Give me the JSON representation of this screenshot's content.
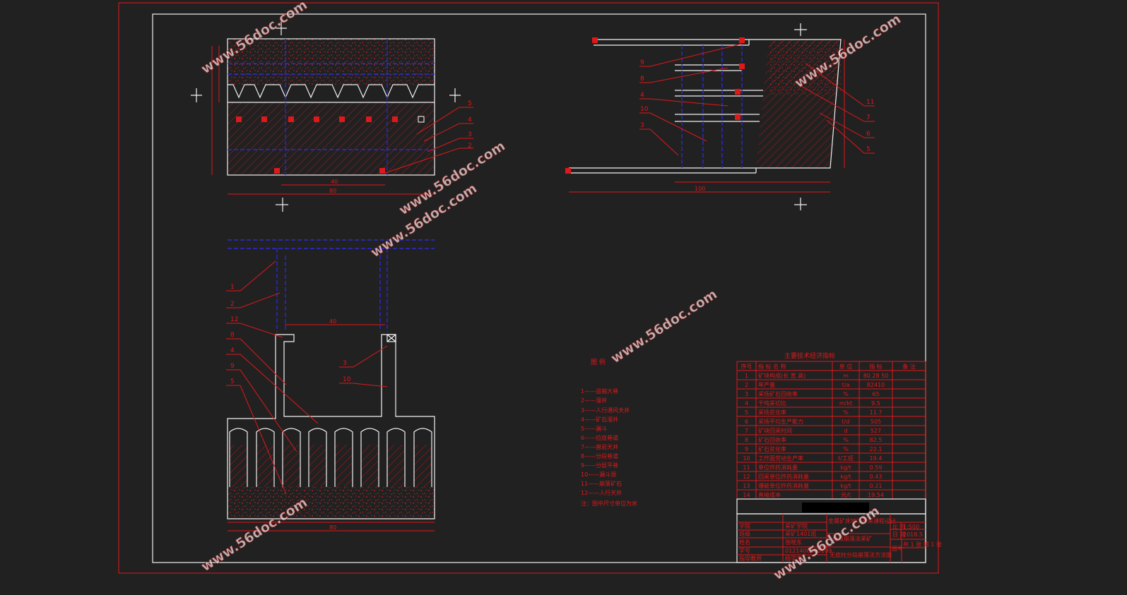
{
  "watermark": "www.56doc.com",
  "view_top_left": {
    "labels": [
      "5",
      "4",
      "3",
      "2"
    ],
    "dim_total": "80",
    "dim_inner": "40"
  },
  "view_top_right": {
    "labels_left": [
      "9",
      "8",
      "4",
      "10",
      "3"
    ],
    "labels_right": [
      "11",
      "7",
      "6",
      "5"
    ],
    "dim_total": "100"
  },
  "view_bottom": {
    "labels_left": [
      "1",
      "2",
      "12",
      "8",
      "4",
      "9",
      "5"
    ],
    "labels_center": [
      "3",
      "10"
    ],
    "dim_total": "80",
    "dim_top": "40"
  },
  "legend": {
    "title": "图  例",
    "items": [
      "1——运输大巷",
      "2——溜井",
      "3——人行通风天井",
      "4——矿石溜井",
      "5——漏斗",
      "6——拉底巷道",
      "7——凿岩天井",
      "8——分段巷道",
      "9——分层平巷",
      "10——漏斗颈",
      "11——崩落矿石",
      "12——人行天井"
    ],
    "note": "注：图中尺寸单位为米"
  },
  "table": {
    "title": "主要技术经济指标",
    "headers": [
      "序号",
      "指 标 名 称",
      "单 位",
      "指 标",
      "备  注"
    ],
    "rows": [
      [
        "1",
        "矿块构成(长 宽 高)",
        "m",
        "80 28 50",
        ""
      ],
      [
        "2",
        "年产量",
        "t/a",
        "82410",
        ""
      ],
      [
        "3",
        "采场矿石回收率",
        "%",
        "65",
        ""
      ],
      [
        "4",
        "千吨采切比",
        "m/kt",
        "9.5",
        ""
      ],
      [
        "5",
        "采场贫化率",
        "%",
        "11.7",
        ""
      ],
      [
        "6",
        "采场平均生产能力",
        "t/d",
        "505",
        ""
      ],
      [
        "7",
        "矿块回采时间",
        "d",
        "527",
        ""
      ],
      [
        "8",
        "矿石回收率",
        "%",
        "82.5",
        ""
      ],
      [
        "9",
        "矿石贫化率",
        "%",
        "22.1",
        ""
      ],
      [
        "10",
        "工作面劳动生产率",
        "t/工班",
        "19.4",
        ""
      ],
      [
        "11",
        "单位炸药消耗量",
        "kg/t",
        "0.59",
        ""
      ],
      [
        "12",
        "回采单位炸药消耗量",
        "kg/t",
        "0.43",
        ""
      ],
      [
        "13",
        "爆破单位炸药消耗量",
        "kg/t",
        "0.21",
        ""
      ],
      [
        "14",
        "直接成本",
        "元/t",
        "19.54",
        ""
      ]
    ]
  },
  "title_block": {
    "school_label": "学院",
    "school": "采矿学院",
    "class_label": "班级",
    "class": "采矿1401班",
    "name_label": "姓名",
    "name": "张晓东",
    "id_label": "学号",
    "id": "0121408880109",
    "advisor_label": "指导教师",
    "advisor": "杨学文",
    "project": "金属矿床地下开采课程设计",
    "method": "分段崩落法采矿",
    "drawing": "无底柱分段崩落法方法图",
    "scale_label": "比 例",
    "scale": "1:500",
    "date_label": "日 期",
    "date": "2018.5",
    "sheet_label": "图号",
    "sheets": "共 1 张  第 1 张"
  }
}
